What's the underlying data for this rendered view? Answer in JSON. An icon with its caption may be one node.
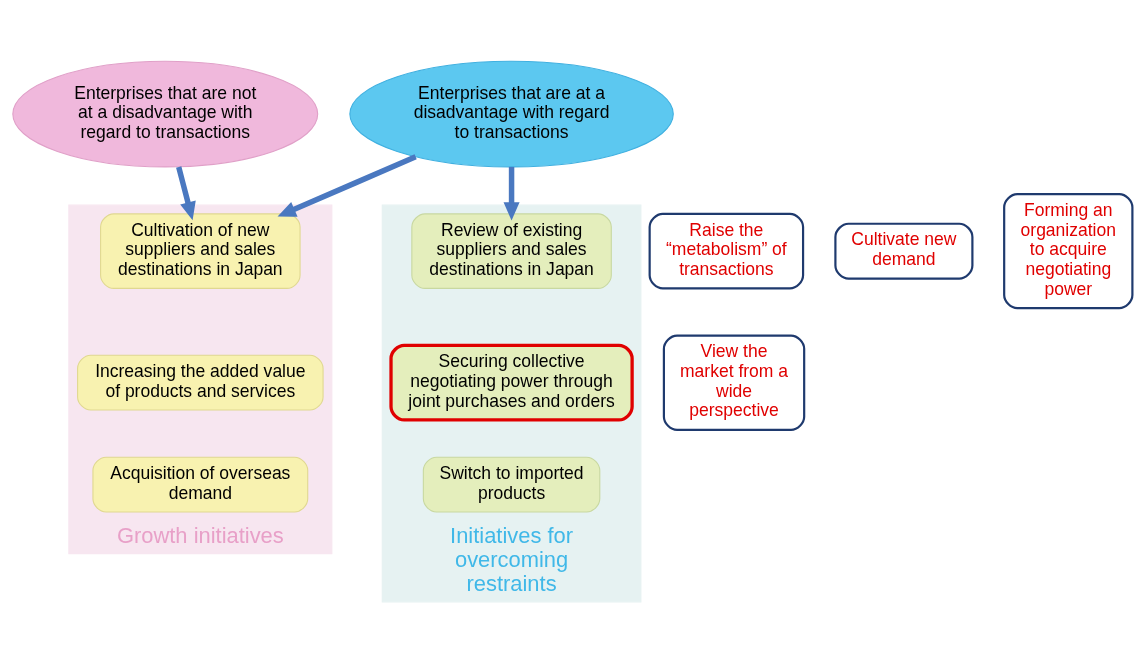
{
  "diagram": {
    "nodes": [
      {
        "text": [
          "Enterprises that are not at a disadvantage with regard to transactions"
        ]
      },
      {
        "text": [
          "Enterprises that are at a disadvantage with regard to transactions"
        ]
      },
      {
        "text": [
          "Raise the “metabolism” of transactions"
        ]
      },
      {
        "text": [
          "Growth initiatives"
        ]
      },
      {
        "text": [
          "Cultivation of new suppliers and sales destinations in Japan"
        ],
        "in": 3
      },
      {
        "text": [
          "Cultivate new demand"
        ]
      },
      {
        "text": [
          "Increasing the added value of products and services"
        ],
        "in": 3
      },
      {
        "text": [
          "View the market from a wide perspective"
        ]
      },
      {
        "text": [
          "Acquisition of overseas demand"
        ],
        "in": 3
      },
      {
        "text": [
          "Initiatives for overcoming restraints"
        ]
      },
      {
        "text": [
          "Review of existing suppliers and sales destinations in Japan"
        ],
        "in": 9
      },
      {
        "text": [
          "Forming an organization to acquire negotiating power"
        ]
      },
      {
        "text": [
          "Securing collective negotiating power through joint purchases and orders"
        ],
        "in": 9
      },
      {
        "text": [
          "Switch to imported products"
        ],
        "in": 9
      }
    ],
    "edges": [
      {
        "from": 0,
        "to": 4,
        "arrow": "to"
      },
      {
        "from": 1,
        "to": 10,
        "arrow": "to"
      },
      {
        "from": 1,
        "to": 4,
        "arrow": "to"
      }
    ]
  }
}
